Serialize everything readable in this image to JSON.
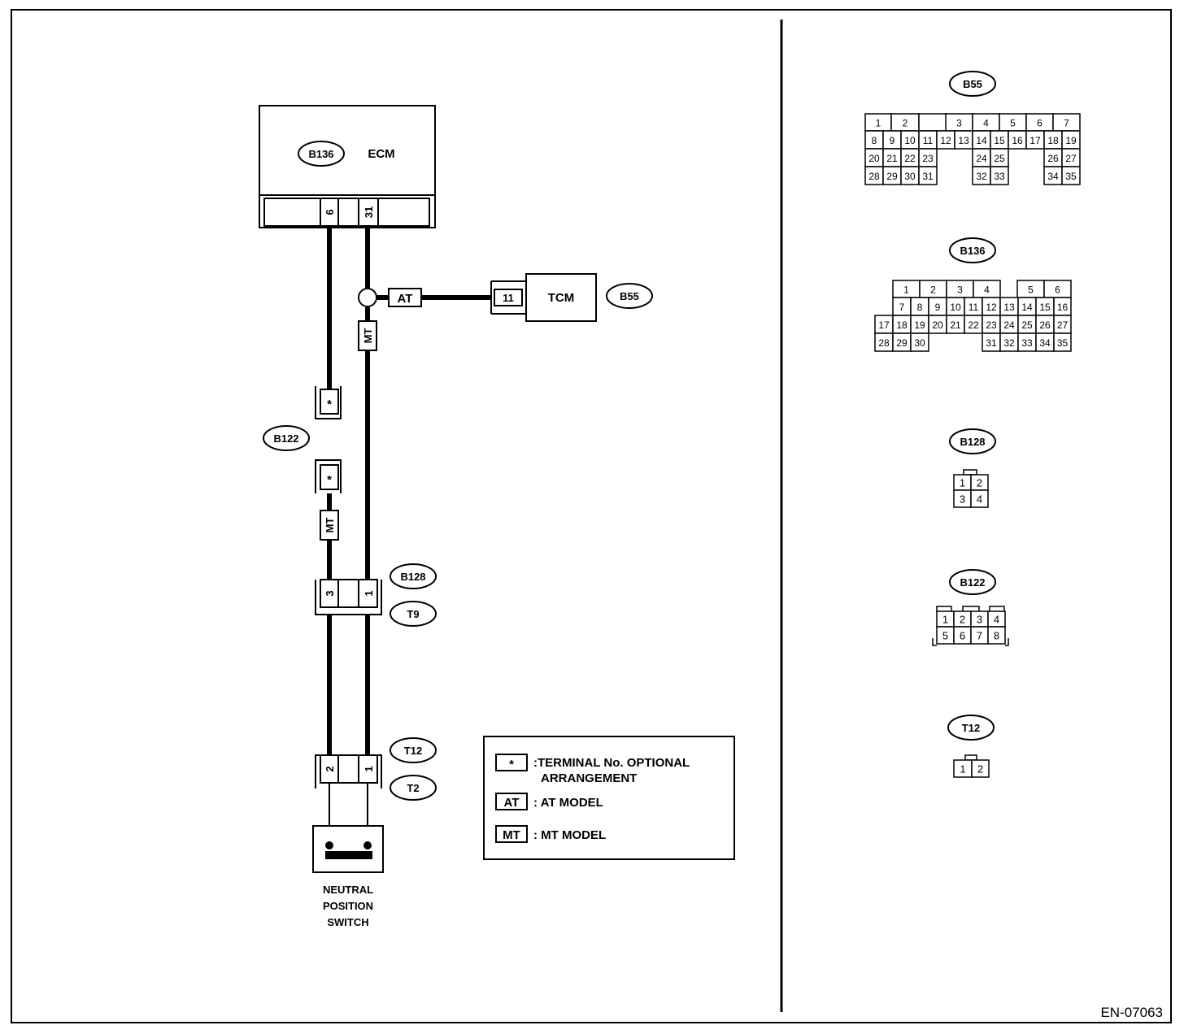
{
  "figure_id": "EN-07063",
  "ecm": {
    "name": "ECM",
    "connector": "B136",
    "pins": [
      "6",
      "31"
    ]
  },
  "tcm": {
    "name": "TCM",
    "connector": "B55",
    "pin": "11"
  },
  "wire_tags": {
    "at": "AT",
    "mt": "MT"
  },
  "joint_b122": {
    "connector": "B122",
    "mark": "*"
  },
  "joint_b128": {
    "connectors": [
      "B128",
      "T9"
    ],
    "pins": [
      "3",
      "1"
    ]
  },
  "joint_t12": {
    "connectors": [
      "T12",
      "T2"
    ],
    "pins": [
      "2",
      "1"
    ]
  },
  "switch": {
    "label_lines": [
      "NEUTRAL",
      "POSITION",
      "SWITCH"
    ]
  },
  "legend": [
    {
      "symbol": "*",
      "lines": [
        ":TERMINAL No. OPTIONAL",
        "ARRANGEMENT"
      ]
    },
    {
      "symbol": "AT",
      "lines": [
        ": AT MODEL"
      ]
    },
    {
      "symbol": "MT",
      "lines": [
        ": MT MODEL"
      ]
    }
  ],
  "connector_views": {
    "B55": {
      "label": "B55",
      "rows": [
        [
          "1",
          "2",
          "",
          "3",
          "4",
          "5",
          "6",
          "7"
        ],
        [
          "8",
          "9",
          "10",
          "11",
          "12",
          "13",
          "14",
          "15",
          "16",
          "17",
          "18",
          "19"
        ],
        [
          "20",
          "21",
          "22",
          "23",
          "24",
          "25",
          "26",
          "27"
        ],
        [
          "28",
          "29",
          "30",
          "31",
          "32",
          "33",
          "34",
          "35"
        ]
      ]
    },
    "B136": {
      "label": "B136",
      "rows": [
        [
          "1",
          "2",
          "3",
          "4",
          "5",
          "6"
        ],
        [
          "7",
          "8",
          "9",
          "10",
          "11",
          "12",
          "13",
          "14",
          "15",
          "16"
        ],
        [
          "17",
          "18",
          "19",
          "20",
          "21",
          "22",
          "23",
          "24",
          "25",
          "26",
          "27"
        ],
        [
          "28",
          "29",
          "30",
          "31",
          "32",
          "33",
          "34",
          "35"
        ]
      ]
    },
    "B128": {
      "label": "B128",
      "rows": [
        [
          "1",
          "2"
        ],
        [
          "3",
          "4"
        ]
      ]
    },
    "B122": {
      "label": "B122",
      "rows": [
        [
          "1",
          "2",
          "3",
          "4"
        ],
        [
          "5",
          "6",
          "7",
          "8"
        ]
      ]
    },
    "T12": {
      "label": "T12",
      "rows": [
        [
          "1",
          "2"
        ]
      ]
    }
  }
}
